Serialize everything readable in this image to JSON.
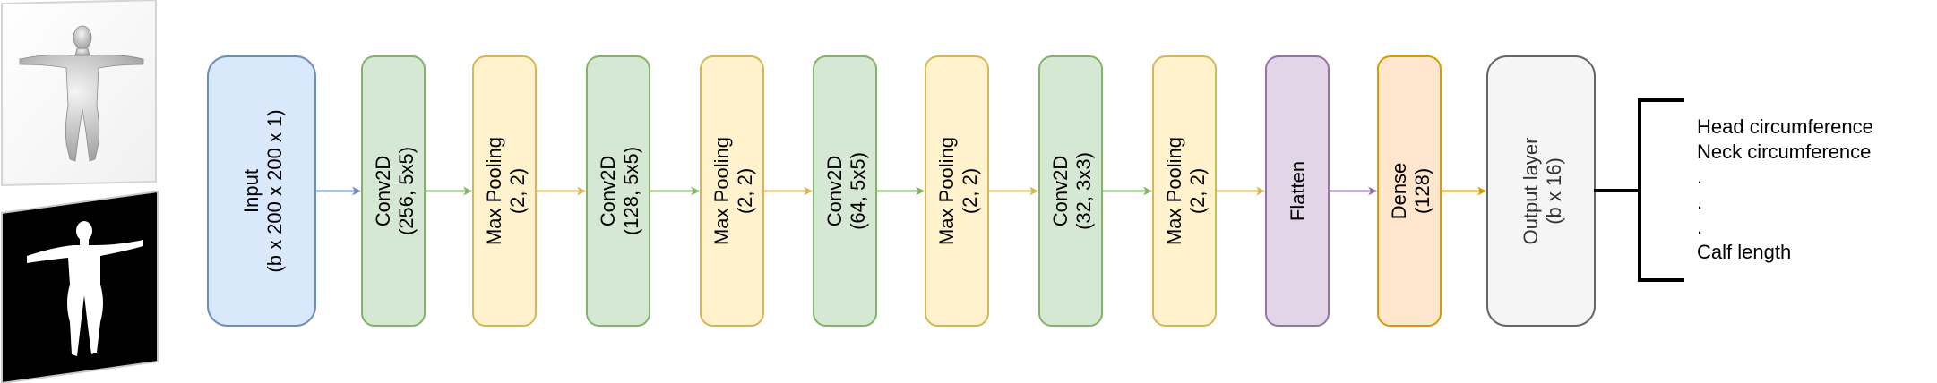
{
  "colors": {
    "blue_fill": "#dae8fc",
    "blue_stroke": "#6c8ebf",
    "green_fill": "#d5e8d4",
    "green_stroke": "#82b366",
    "yellow_fill": "#fff2cc",
    "yellow_stroke": "#d6b656",
    "purple_fill": "#e1d5e7",
    "purple_stroke": "#9673a6",
    "orange_fill": "#ffe6cc",
    "orange_stroke": "#d79b00",
    "grey_fill": "#f5f5f5",
    "grey_stroke": "#666666"
  },
  "images": {
    "top": "3d-body-mesh-render",
    "bottom": "body-silhouette-mask"
  },
  "layers": [
    {
      "id": "input",
      "line1": "Input",
      "line2": "(b x 200 x 200 x 1)",
      "style": "blue"
    },
    {
      "id": "conv2d-1",
      "line1": "Conv2D",
      "line2": "(256, 5x5)",
      "style": "green"
    },
    {
      "id": "maxpool-1",
      "line1": "Max Pooling",
      "line2": "(2, 2)",
      "style": "yellow"
    },
    {
      "id": "conv2d-2",
      "line1": "Conv2D",
      "line2": "(128, 5x5)",
      "style": "green"
    },
    {
      "id": "maxpool-2",
      "line1": "Max Pooling",
      "line2": "(2, 2)",
      "style": "yellow"
    },
    {
      "id": "conv2d-3",
      "line1": "Conv2D",
      "line2": "(64, 5x5)",
      "style": "green"
    },
    {
      "id": "maxpool-3",
      "line1": "Max Pooling",
      "line2": "(2, 2)",
      "style": "yellow"
    },
    {
      "id": "conv2d-4",
      "line1": "Conv2D",
      "line2": "(32, 3x3)",
      "style": "green"
    },
    {
      "id": "maxpool-4",
      "line1": "Max Pooling",
      "line2": "(2, 2)",
      "style": "yellow"
    },
    {
      "id": "flatten",
      "line1": "Flatten",
      "line2": "",
      "style": "purple"
    },
    {
      "id": "dense",
      "line1": "Dense",
      "line2": "(128)",
      "style": "orange"
    },
    {
      "id": "output",
      "line1": "Output layer",
      "line2": "(b x 16)",
      "style": "grey"
    }
  ],
  "outputs": [
    "Head circumference",
    "Neck circumference",
    ".",
    ".",
    ".",
    "Calf length"
  ]
}
